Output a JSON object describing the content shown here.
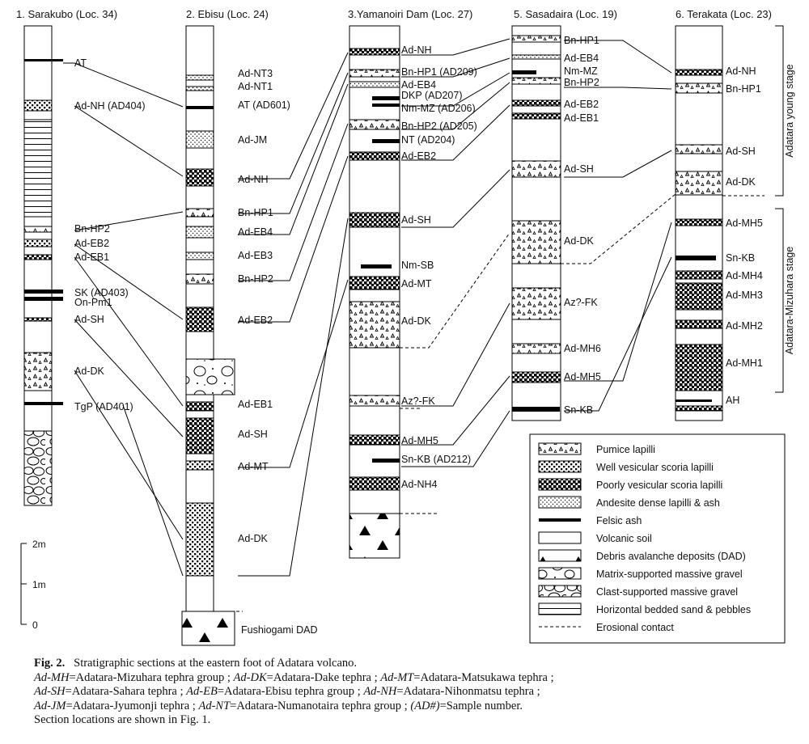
{
  "sections": [
    {
      "id": "s1",
      "title": "1. Sarakubo (Loc. 34)",
      "units": [
        {
          "kind": "felsic",
          "label": "AT"
        },
        {
          "kind": "well",
          "label": "Ad-NH (AD404)"
        },
        {
          "kind": "hbed",
          "label": ""
        },
        {
          "kind": "pumice",
          "label": "Bn-HP2"
        },
        {
          "kind": "well",
          "label": "Ad-EB2"
        },
        {
          "kind": "poor",
          "label": "Ad-EB1"
        },
        {
          "kind": "felsic",
          "label": "SK (AD403)"
        },
        {
          "kind": "felsic",
          "label": "On-Pm1"
        },
        {
          "kind": "poor",
          "label": "Ad-SH"
        },
        {
          "kind": "pumice",
          "label": "Ad-DK"
        },
        {
          "kind": "felsic",
          "label": "TgP (AD401)"
        },
        {
          "kind": "clast",
          "label": ""
        }
      ]
    },
    {
      "id": "s2",
      "title": "2. Ebisu (Loc. 24)",
      "units": [
        {
          "kind": "dense",
          "label": "Ad-NT3"
        },
        {
          "kind": "dense",
          "label": "Ad-NT1"
        },
        {
          "kind": "felsic",
          "label": "AT (AD601)"
        },
        {
          "kind": "dense",
          "label": "Ad-JM"
        },
        {
          "kind": "poor",
          "label": "Ad-NH"
        },
        {
          "kind": "pumice",
          "label": "Bn-HP1"
        },
        {
          "kind": "dense",
          "label": "Ad-EB4"
        },
        {
          "kind": "dense",
          "label": "Ad-EB3"
        },
        {
          "kind": "pumice",
          "label": "Bn-HP2"
        },
        {
          "kind": "poor",
          "label": "Ad-EB2"
        },
        {
          "kind": "matrix",
          "label": ""
        },
        {
          "kind": "poor",
          "label": "Ad-EB1"
        },
        {
          "kind": "poor",
          "label": "Ad-SH"
        },
        {
          "kind": "well",
          "label": "Ad-MT"
        },
        {
          "kind": "well",
          "label": "Ad-DK"
        },
        {
          "kind": "dad",
          "label": "Fushiogami DAD"
        }
      ]
    },
    {
      "id": "s3",
      "title": "3.Yamanoiri Dam (Loc. 27)",
      "units": [
        {
          "kind": "poor",
          "label": "Ad-NH"
        },
        {
          "kind": "pumice",
          "label": "Bn-HP1 (AD209)"
        },
        {
          "kind": "dense",
          "label": "Ad-EB4"
        },
        {
          "kind": "felsic",
          "label": "DKP (AD207)"
        },
        {
          "kind": "felsic",
          "label": "Nm-MZ (AD206)"
        },
        {
          "kind": "pumice",
          "label": "Bn-HP2 (AD205)"
        },
        {
          "kind": "felsic",
          "label": "NT (AD204)"
        },
        {
          "kind": "poor",
          "label": "Ad-EB2"
        },
        {
          "kind": "poor",
          "label": "Ad-SH"
        },
        {
          "kind": "felsic",
          "label": "Nm-SB"
        },
        {
          "kind": "poor",
          "label": "Ad-MT"
        },
        {
          "kind": "pumice",
          "label": "Ad-DK"
        },
        {
          "kind": "pumice",
          "label": "Az?-FK"
        },
        {
          "kind": "poor",
          "label": "Ad-MH5"
        },
        {
          "kind": "felsic",
          "label": "Sn-KB (AD212)"
        },
        {
          "kind": "poor",
          "label": "Ad-NH4"
        },
        {
          "kind": "dad",
          "label": ""
        }
      ]
    },
    {
      "id": "s5",
      "title": "5. Sasadaira (Loc. 19)",
      "units": [
        {
          "kind": "pumice",
          "label": "Bn-HP1"
        },
        {
          "kind": "dense",
          "label": "Ad-EB4"
        },
        {
          "kind": "felsic",
          "label": "Nm-MZ"
        },
        {
          "kind": "pumice",
          "label": "Bn-HP2"
        },
        {
          "kind": "poor",
          "label": "Ad-EB2"
        },
        {
          "kind": "poor",
          "label": "Ad-EB1"
        },
        {
          "kind": "pumice",
          "label": "Ad-SH"
        },
        {
          "kind": "pumice",
          "label": "Ad-DK"
        },
        {
          "kind": "pumice",
          "label": "Az?-FK"
        },
        {
          "kind": "pumice",
          "label": "Ad-MH6"
        },
        {
          "kind": "poor",
          "label": "Ad-MH5"
        },
        {
          "kind": "felsic",
          "label": "Sn-KB"
        }
      ]
    },
    {
      "id": "s6",
      "title": "6. Terakata (Loc. 23)",
      "units": [
        {
          "kind": "poor",
          "label": "Ad-NH"
        },
        {
          "kind": "pumice",
          "label": "Bn-HP1"
        },
        {
          "kind": "pumice",
          "label": "Ad-SH"
        },
        {
          "kind": "pumice",
          "label": "Ad-DK"
        },
        {
          "kind": "poor",
          "label": "Ad-MH5"
        },
        {
          "kind": "felsic",
          "label": "Sn-KB"
        },
        {
          "kind": "poor",
          "label": "Ad-MH4"
        },
        {
          "kind": "poor",
          "label": "Ad-MH3"
        },
        {
          "kind": "poor",
          "label": "Ad-MH2"
        },
        {
          "kind": "poor",
          "label": "Ad-MH1"
        },
        {
          "kind": "felsic",
          "label": "AH"
        },
        {
          "kind": "poor",
          "label": ""
        }
      ]
    }
  ],
  "stages": [
    {
      "label": "Adatara young stage"
    },
    {
      "label": "Adatara-Mizuhara stage"
    }
  ],
  "scale": {
    "labels": [
      "2m",
      "1m",
      "0"
    ]
  },
  "legend": [
    {
      "kind": "pumice",
      "label": "Pumice lapilli"
    },
    {
      "kind": "well",
      "label": "Well vesicular scoria lapilli"
    },
    {
      "kind": "poor",
      "label": "Poorly vesicular scoria lapilli"
    },
    {
      "kind": "dense",
      "label": "Andesite dense lapilli & ash"
    },
    {
      "kind": "felsic",
      "label": "Felsic ash"
    },
    {
      "kind": "soil",
      "label": "Volcanic soil"
    },
    {
      "kind": "dad",
      "label": "Debris avalanche deposits (DAD)"
    },
    {
      "kind": "matrix",
      "label": "Matrix-supported massive gravel"
    },
    {
      "kind": "clast",
      "label": "Clast-supported massive gravel"
    },
    {
      "kind": "hbed",
      "label": "Horizontal bedded sand & pebbles"
    },
    {
      "kind": "erosion",
      "label": "Erosional contact"
    }
  ],
  "caption": {
    "fig": "Fig. 2.",
    "title": "Stratigraphic sections at the eastern foot of Adatara volcano.",
    "abbr": [
      {
        "k": "Ad-MH",
        "v": "=Adatara-Mizuhara tephra group ; "
      },
      {
        "k": "Ad-DK",
        "v": "=Adatara-Dake tephra ; "
      },
      {
        "k": "Ad-MT",
        "v": "=Adatara-Matsukawa tephra ;"
      },
      {
        "k": "Ad-SH",
        "v": "=Adatara-Sahara tephra ; "
      },
      {
        "k": "Ad-EB",
        "v": "=Adatara-Ebisu tephra group ; "
      },
      {
        "k": "Ad-NH",
        "v": "=Adatara-Nihonmatsu tephra ;"
      },
      {
        "k": "Ad-JM",
        "v": "=Adatara-Jyumonji tephra ; "
      },
      {
        "k": "Ad-NT",
        "v": "=Adatara-Numanotaira tephra group ; "
      },
      {
        "k": "(AD#)",
        "v": "=Sample number."
      }
    ],
    "last": "Section locations are shown in Fig. 1."
  }
}
